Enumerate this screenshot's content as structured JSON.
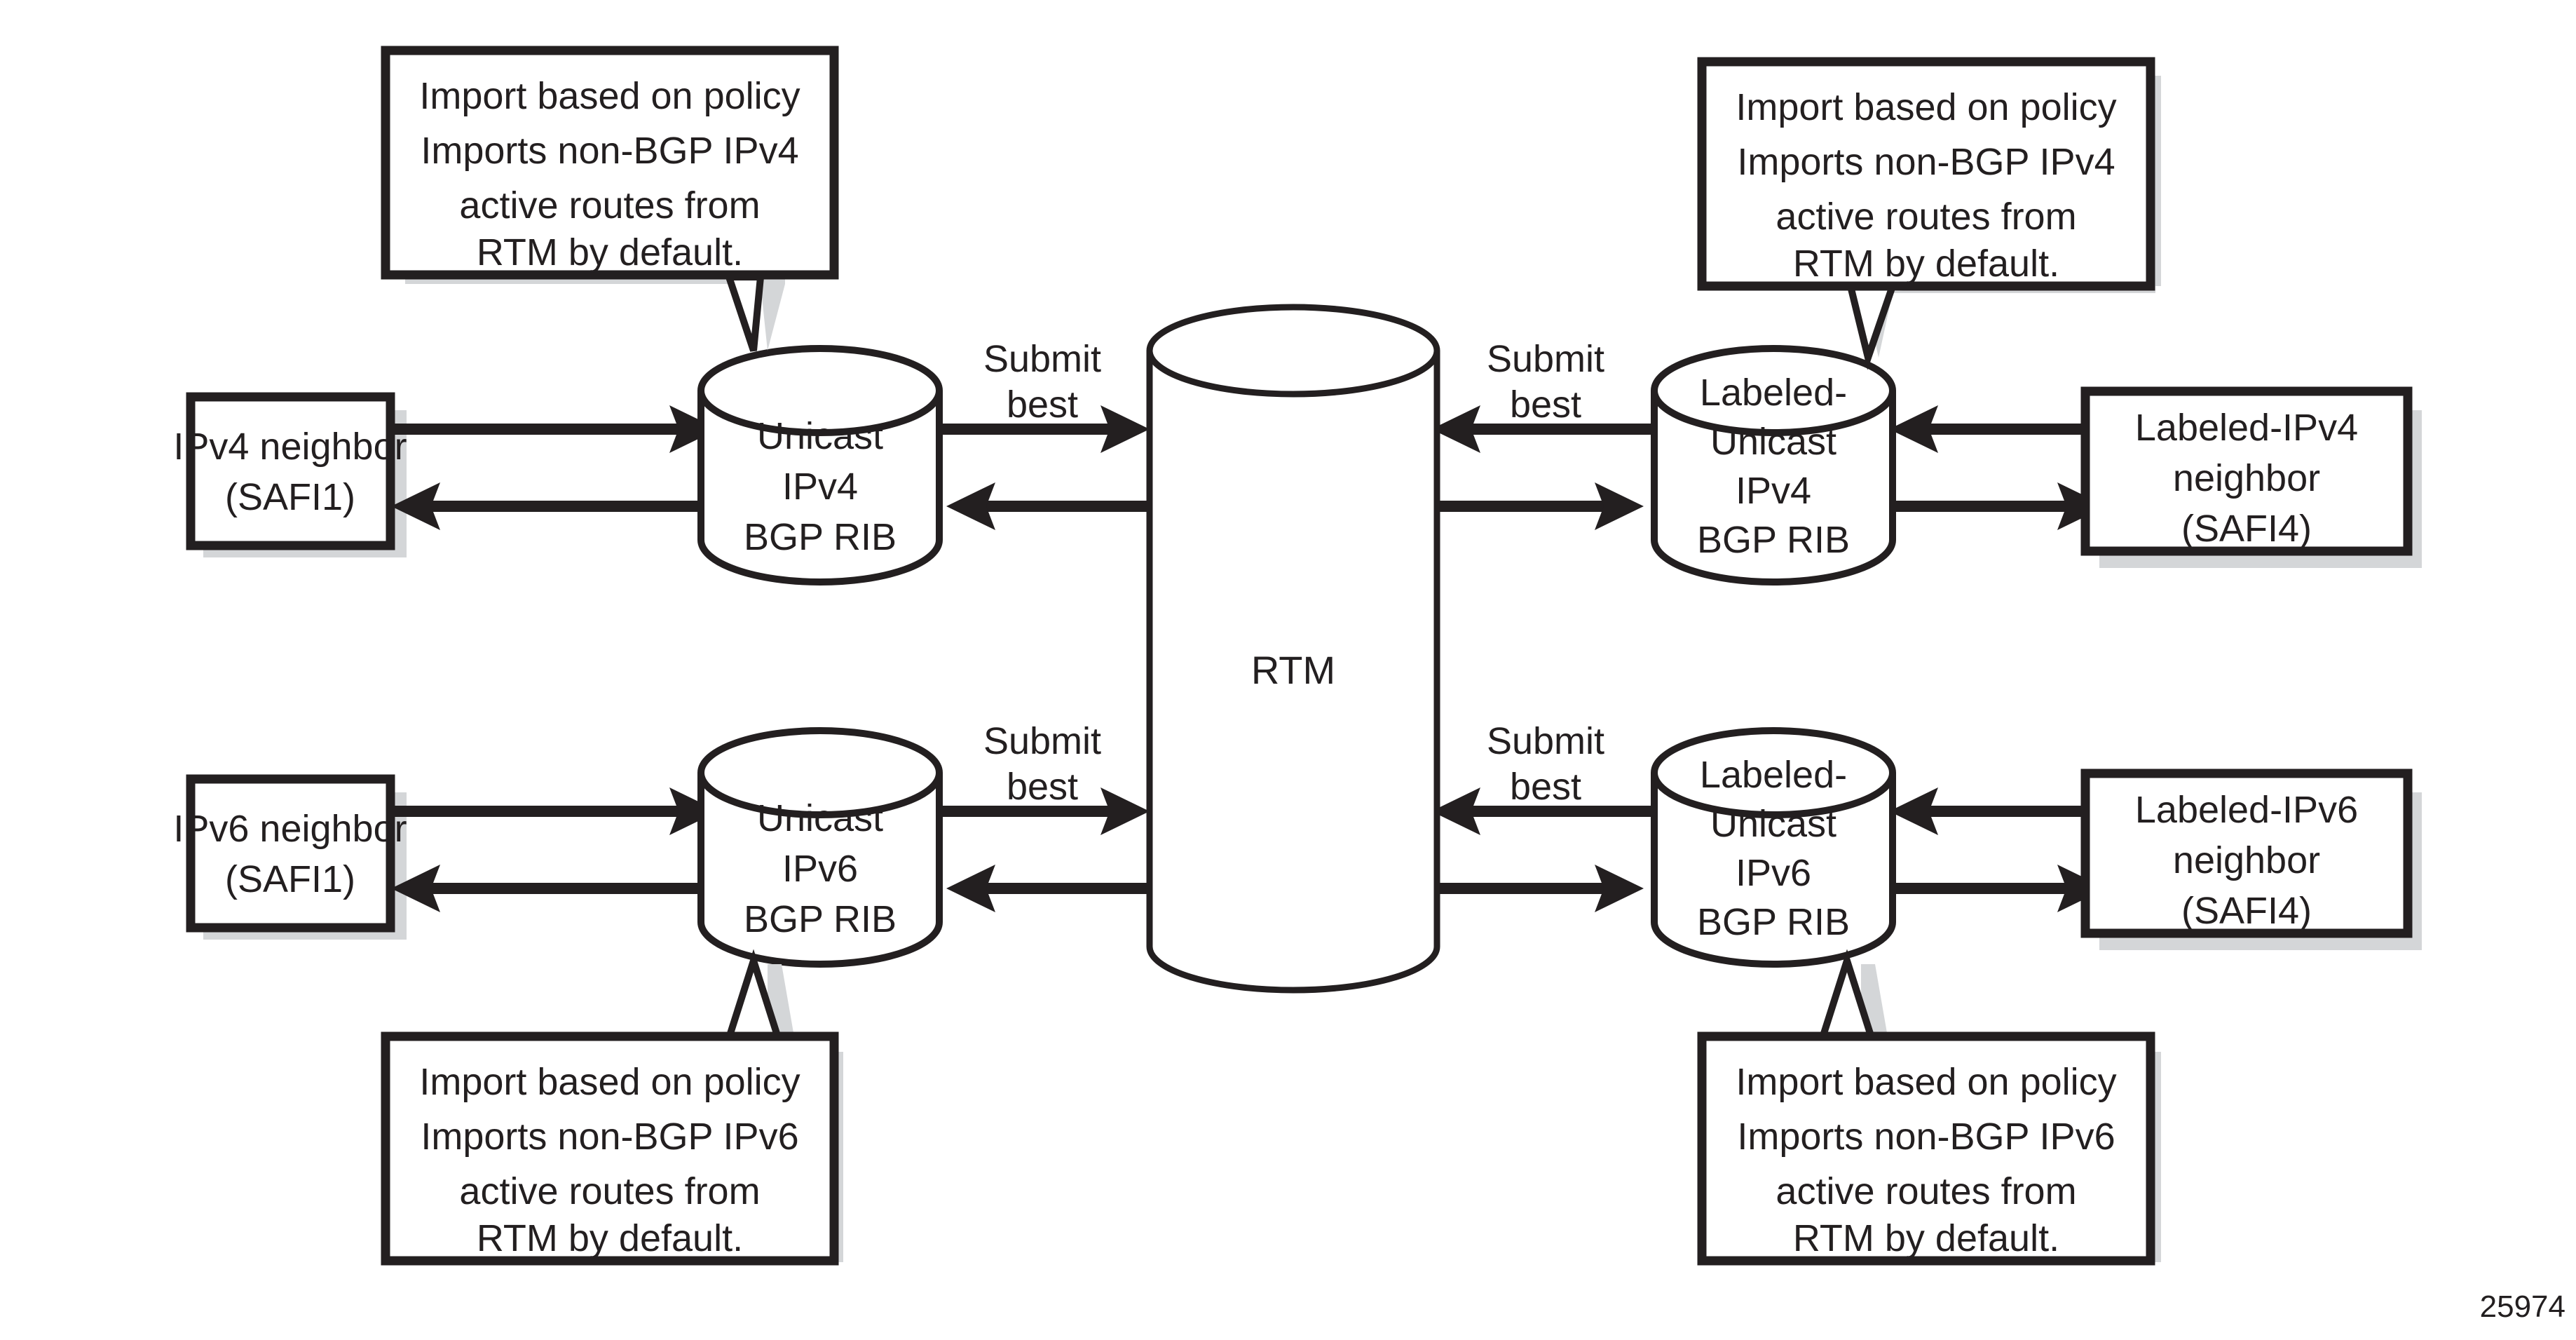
{
  "figure": {
    "number": "25974",
    "background_color": "#ffffff",
    "ink_color": "#231f20",
    "shadow_color": "#d4d6d8"
  },
  "center": {
    "label": "RTM",
    "name": "rtm-cylinder"
  },
  "flow_labels": {
    "submit_best_line1": "Submit",
    "submit_best_line2": "best"
  },
  "ribs": [
    {
      "id": "unicast-ipv4-rib",
      "lines": [
        "Unicast",
        "IPv4",
        "BGP RIB"
      ]
    },
    {
      "id": "labeled-unicast-ipv4-rib",
      "lines": [
        "Labeled-",
        "Unicast",
        "IPv4",
        "BGP RIB"
      ]
    },
    {
      "id": "unicast-ipv6-rib",
      "lines": [
        "Unicast",
        "IPv6",
        "BGP RIB"
      ]
    },
    {
      "id": "labeled-unicast-ipv6-rib",
      "lines": [
        "Labeled-",
        "Unicast",
        "IPv6",
        "BGP RIB"
      ]
    }
  ],
  "neighbors": [
    {
      "id": "ipv4-neighbor",
      "lines": [
        "IPv4 neighbor",
        "(SAFI1)"
      ]
    },
    {
      "id": "labeled-ipv4-neighbor",
      "lines": [
        "Labeled-IPv4",
        "neighbor",
        "(SAFI4)"
      ]
    },
    {
      "id": "ipv6-neighbor",
      "lines": [
        "IPv6 neighbor",
        "(SAFI1)"
      ]
    },
    {
      "id": "labeled-ipv6-neighbor",
      "lines": [
        "Labeled-IPv6",
        "neighbor",
        "(SAFI4)"
      ]
    }
  ],
  "callouts": [
    {
      "id": "callout-top-left",
      "lines": [
        "Import based on policy",
        "Imports non-BGP IPv4",
        "active routes from",
        "RTM by default."
      ]
    },
    {
      "id": "callout-top-right",
      "lines": [
        "Import based on policy",
        "Imports non-BGP IPv4",
        "active routes from",
        "RTM by default."
      ]
    },
    {
      "id": "callout-bottom-left",
      "lines": [
        "Import based on policy",
        "Imports non-BGP IPv6",
        "active routes from",
        "RTM by default."
      ]
    },
    {
      "id": "callout-bottom-right",
      "lines": [
        "Import based on policy",
        "Imports non-BGP IPv6",
        "active routes from",
        "RTM by default."
      ]
    }
  ]
}
